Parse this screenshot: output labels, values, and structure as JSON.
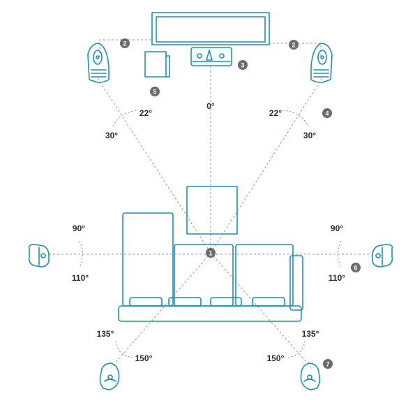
{
  "colors": {
    "equipment": "#1f8fb5",
    "guide": "#9a9a9a",
    "badge": "#6b6b6b",
    "label": "#2b2b2b"
  },
  "angles": {
    "center": "0°",
    "front_left_inner": "22°",
    "front_left_outer": "30°",
    "front_right_inner": "22°",
    "front_right_outer": "30°",
    "side_left_top": "90°",
    "side_left_bottom": "110°",
    "side_right_top": "90°",
    "side_right_bottom": "110°",
    "rear_left_top": "135°",
    "rear_left_bottom": "150°",
    "rear_right_top": "135°",
    "rear_right_bottom": "150°"
  },
  "badges": {
    "listener": "1",
    "front_left": "2",
    "front_right": "2",
    "center_speaker": "3",
    "front_angle": "4",
    "subwoofer": "5",
    "side_right": "6",
    "rear_right": "7"
  },
  "icons": {
    "tv": "tv-screen-icon",
    "center": "center-speaker-icon",
    "front": "tower-speaker-icon",
    "sub": "subwoofer-icon",
    "surround": "surround-speaker-icon",
    "sofa": "sofa-icon",
    "table": "coffee-table-icon"
  }
}
